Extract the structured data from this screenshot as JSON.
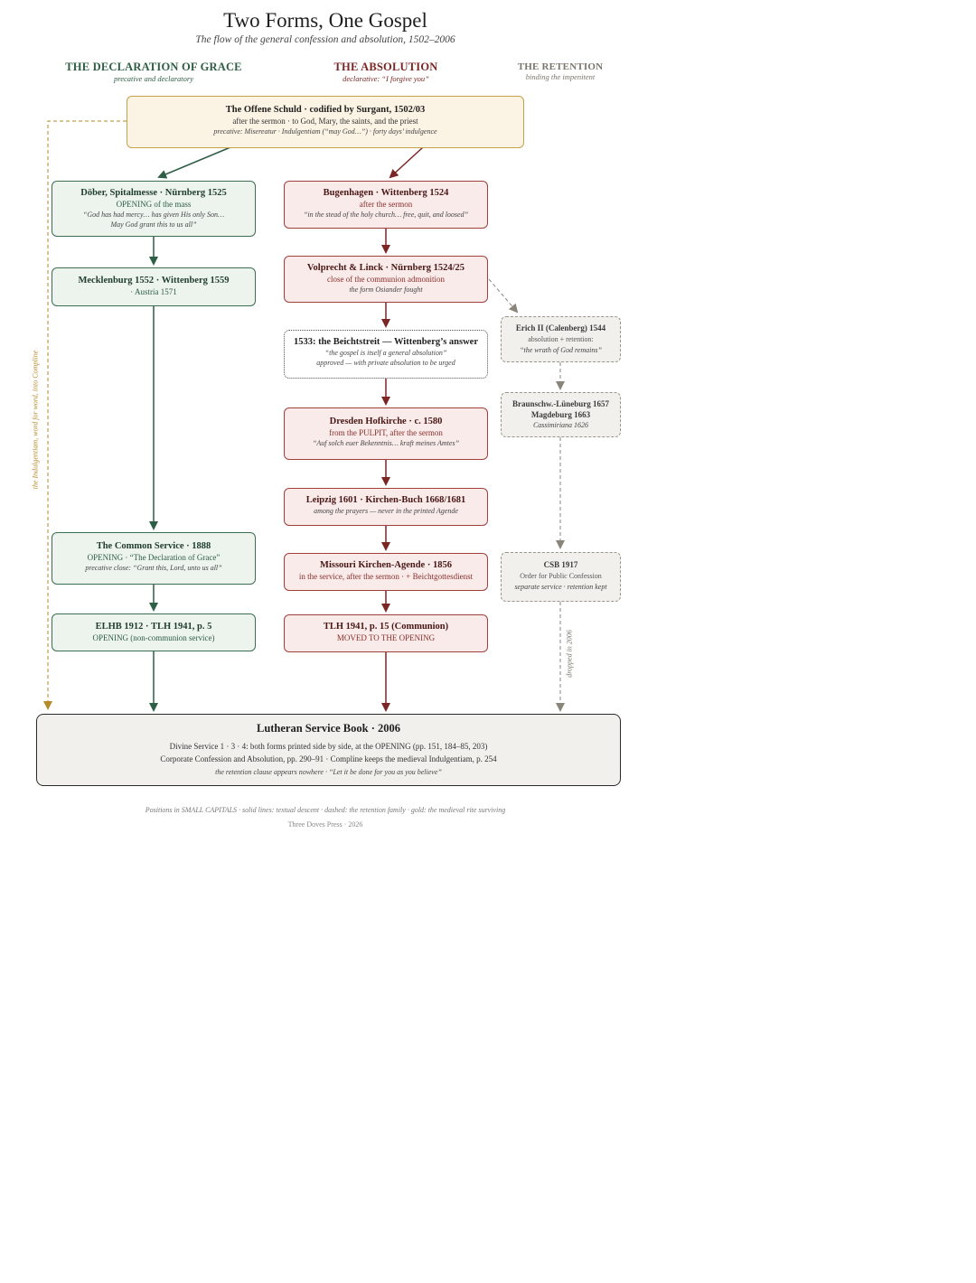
{
  "header": {
    "title": "Two Forms, One Gospel",
    "subtitle": "The flow of the general confession and absolution, 1502–2006"
  },
  "columns": {
    "grace": {
      "label": "THE DECLARATION OF GRACE",
      "sub": "precative and declaratory"
    },
    "absolution": {
      "label": "THE ABSOLUTION",
      "sub": "declarative: “I forgive you”"
    },
    "retention": {
      "label": "THE RETENTION",
      "sub": "binding the impenitent"
    }
  },
  "source": {
    "title": "The Offene Schuld · codified by Surgant, 1502/03",
    "line": "after the sermon · to God, Mary, the saints, and the priest",
    "note": "precative: Misereatur · Indulgentiam (“may God…”) · forty days’ indulgence"
  },
  "grace_nodes": [
    {
      "title": "Döber, Spitalmesse · Nürnberg 1525",
      "line": "OPENING of the mass",
      "note": "“God has had mercy… has given His only Son…",
      "note2": "May God grant this to us all”"
    },
    {
      "title": "Mecklenburg 1552 · Wittenberg 1559",
      "line": "· Austria 1571"
    },
    {
      "title": "The Common Service · 1888",
      "line": "OPENING · “The Declaration of Grace”",
      "note": "precative close: “Grant this, Lord, unto us all”"
    },
    {
      "title": "ELHB 1912 · TLH 1941, p. 5",
      "line": "OPENING (non-communion service)"
    }
  ],
  "absolution_nodes": [
    {
      "title": "Bugenhagen · Wittenberg 1524",
      "line": "after the sermon",
      "note": "“in the stead of the holy church… free, quit, and loosed”"
    },
    {
      "title": "Volprecht & Linck · Nürnberg 1524/25",
      "line": "close of the communion admonition",
      "note": "the form Osiander fought"
    },
    {
      "title": "1533: the Beichtstreit — Wittenberg’s answer",
      "note": "“the gospel is itself a general absolution”",
      "note2": "approved — with private absolution to be urged"
    },
    {
      "title": "Dresden Hofkirche · c. 1580",
      "line": "from the PULPIT, after the sermon",
      "note": "“Auf solch euer Bekenntnis… kraft meines Amtes”"
    },
    {
      "title": "Leipzig 1601 · Kirchen-Buch 1668/1681",
      "note": "among the prayers — never in the printed Agende"
    },
    {
      "title": "Missouri Kirchen-Agende · 1856",
      "line": "in the service, after the sermon · + Beichtgottesdienst"
    },
    {
      "title": "TLH 1941, p. 15 (Communion)",
      "line": "MOVED TO THE OPENING"
    }
  ],
  "retention_nodes": [
    {
      "title": "Erich II (Calenberg) 1544",
      "line": "absolution + retention:",
      "note": "“the wrath of God remains”"
    },
    {
      "title": "Braunschw.-Lüneburg 1657",
      "title2": "Magdeburg 1663",
      "note": "Cassimiriana 1626"
    },
    {
      "title": "CSB 1917",
      "line": "Order for Public Confession",
      "note": "separate service · retention kept"
    }
  ],
  "side_labels": {
    "indulgentiam": "the Indulgentiam, word for word, into Compline",
    "dropped": "dropped in 2006"
  },
  "final": {
    "title": "Lutheran Service Book · 2006",
    "line1": "Divine Service 1 · 3 · 4: both forms printed side by side, at the OPENING (pp. 151, 184–85, 203)",
    "line2": "Corporate Confession and Absolution, pp. 290–91 · Compline keeps the medieval Indulgentiam, p. 254",
    "note": "the retention clause appears nowhere · “Let it be done for you as you believe”"
  },
  "footer": {
    "legend": "Positions in SMALL CAPITALS · solid lines: textual descent · dashed: the retention family · gold: the medieval rite surviving",
    "press": "Three Doves Press · 2026"
  },
  "colors": {
    "green": "#2e5e44",
    "red": "#7a2624",
    "gold": "#b58a2a",
    "grey": "#8a857a"
  }
}
